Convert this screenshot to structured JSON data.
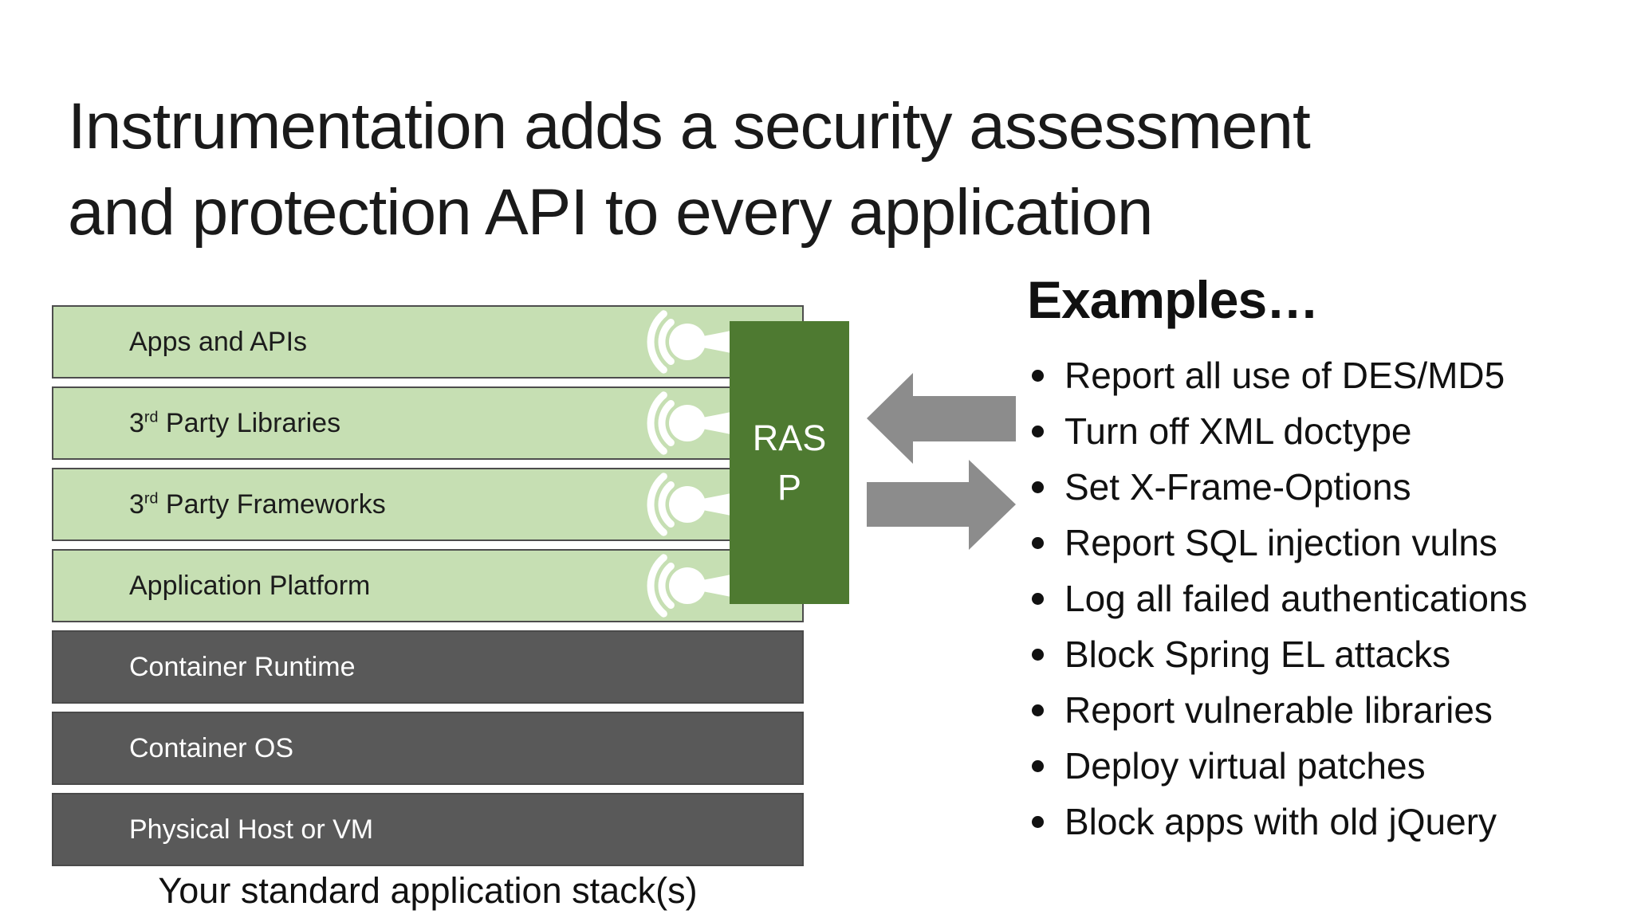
{
  "title": {
    "line1": "Instrumentation adds a security assessment",
    "line2": "and protection API to every application"
  },
  "stack": {
    "green_rows": [
      {
        "pre": "Apps and APIs",
        "sup": "",
        "post": ""
      },
      {
        "pre": "3",
        "sup": "rd",
        "post": " Party Libraries"
      },
      {
        "pre": "3",
        "sup": "rd",
        "post": " Party Frameworks"
      },
      {
        "pre": "Application Platform",
        "sup": "",
        "post": ""
      }
    ],
    "dark_rows": [
      "Container Runtime",
      "Container OS",
      "Physical Host or VM"
    ],
    "caption": "Your standard application stack(s)"
  },
  "rasp": {
    "label": "RASP",
    "line1": "RAS",
    "line2": "P"
  },
  "examples": {
    "heading": "Examples…",
    "items": [
      "Report all use of DES/MD5",
      "Turn off XML doctype",
      "Set X-Frame-Options",
      "Report SQL injection vulns",
      "Log all failed authentications",
      "Block Spring EL attacks",
      "Report vulnerable libraries",
      "Deploy virtual patches",
      "Block apps with old jQuery"
    ]
  },
  "icons": {
    "probe": "signal-probe-icon",
    "arrow_left": "arrow-left-icon",
    "arrow_right": "arrow-right-icon",
    "bullet": "bullet-dot-icon"
  },
  "colors": {
    "light_green": "#c6dfb3",
    "dark_green": "#4e7a31",
    "row_dark_gray": "#595959",
    "arrow_gray": "#8c8c8c",
    "border_gray": "#4d4d4d",
    "text_black": "#1a1a1a"
  }
}
